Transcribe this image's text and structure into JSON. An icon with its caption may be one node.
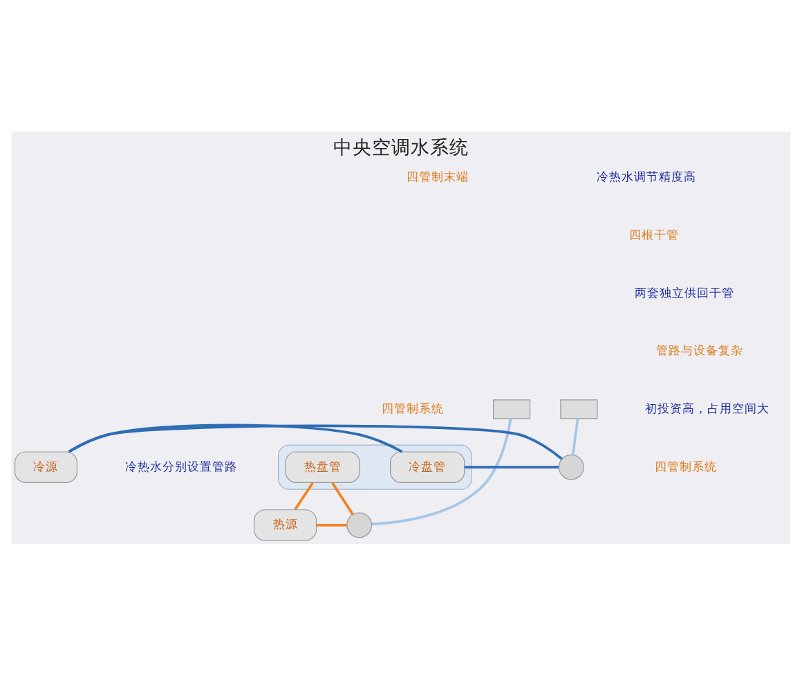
{
  "diagram": {
    "title": "中央空调水系统",
    "nodes": [
      {
        "text": [],
        "shape": "box"
      },
      {
        "text": [
          "冷盘管"
        ],
        "in": 0
      },
      {
        "text": [
          "热盘管"
        ],
        "in": 0
      },
      {
        "text": [],
        "shape": "box"
      },
      {
        "text": [],
        "shape": "box"
      },
      {
        "text": [
          "热源"
        ]
      },
      {
        "text": [],
        "shape": "circle"
      },
      {
        "text": [
          "冷源"
        ]
      },
      {
        "text": [],
        "shape": "circle"
      }
    ],
    "edges": [
      {
        "from": 1,
        "to": 7,
        "arrow": "none",
        "color": "#2f6db5"
      },
      {
        "from": 7,
        "to": 8,
        "arrow": "none",
        "color": "#2f6db5"
      },
      {
        "from": 8,
        "to": 1,
        "arrow": "none",
        "color": "#2f6db5"
      },
      {
        "from": 2,
        "to": 5,
        "arrow": "none",
        "color": "#f0821e"
      },
      {
        "from": 5,
        "to": 6,
        "arrow": "none",
        "color": "#f0821e"
      },
      {
        "from": 6,
        "to": 2,
        "arrow": "none",
        "color": "#f0821e"
      },
      {
        "from": 3,
        "to": 6,
        "arrow": "none",
        "color": "#a6c6e8"
      },
      {
        "from": 4,
        "to": 8,
        "arrow": "none",
        "color": "#a6c6e8"
      }
    ],
    "labels": [
      "四管制系统",
      "四管制末端",
      "冷热水调节精度高",
      "四根干管",
      "两套独立供回干管",
      "管路与设备复杂",
      "初投资高，占用空间大",
      "四管制系统",
      "冷热水分别设置管路"
    ]
  }
}
